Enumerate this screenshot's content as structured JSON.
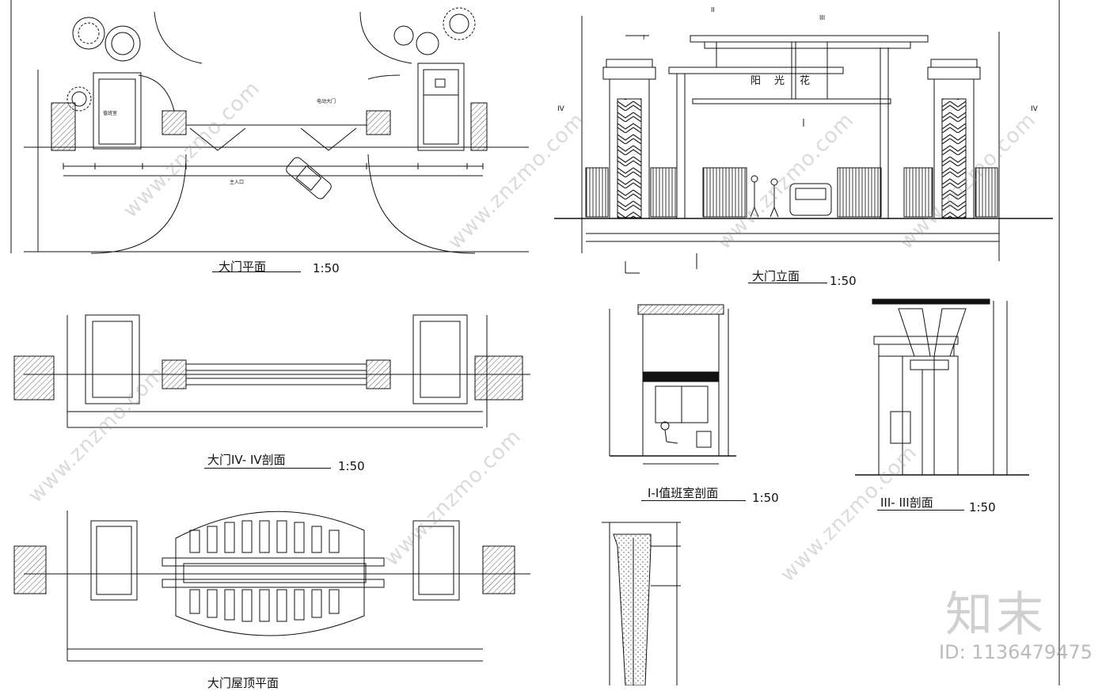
{
  "drawings": {
    "plan": {
      "title": "大门平面",
      "scale": "1:50",
      "entrance": "主入口",
      "guard_room": "值班室",
      "electric_gate": "电动大门"
    },
    "elevation": {
      "title": "大门立面",
      "scale": "1:50",
      "sign": [
        "阳",
        "光",
        "花"
      ]
    },
    "section_iv": {
      "title": "大门IV- IV剖面",
      "scale": "1:50"
    },
    "section_i": {
      "title": "I-I值班室剖面",
      "scale": "1:50"
    },
    "section_iii": {
      "title": "III- III剖面",
      "scale": "1:50"
    },
    "roof_plan": {
      "title": "大门屋顶平面"
    }
  },
  "watermark": {
    "brand": "知末",
    "id": "ID: 1136479475",
    "site": "www.znzmo.com"
  },
  "colors": {
    "line": "#111111",
    "hatch": "#333333",
    "watermark": "#bdbdbd"
  }
}
